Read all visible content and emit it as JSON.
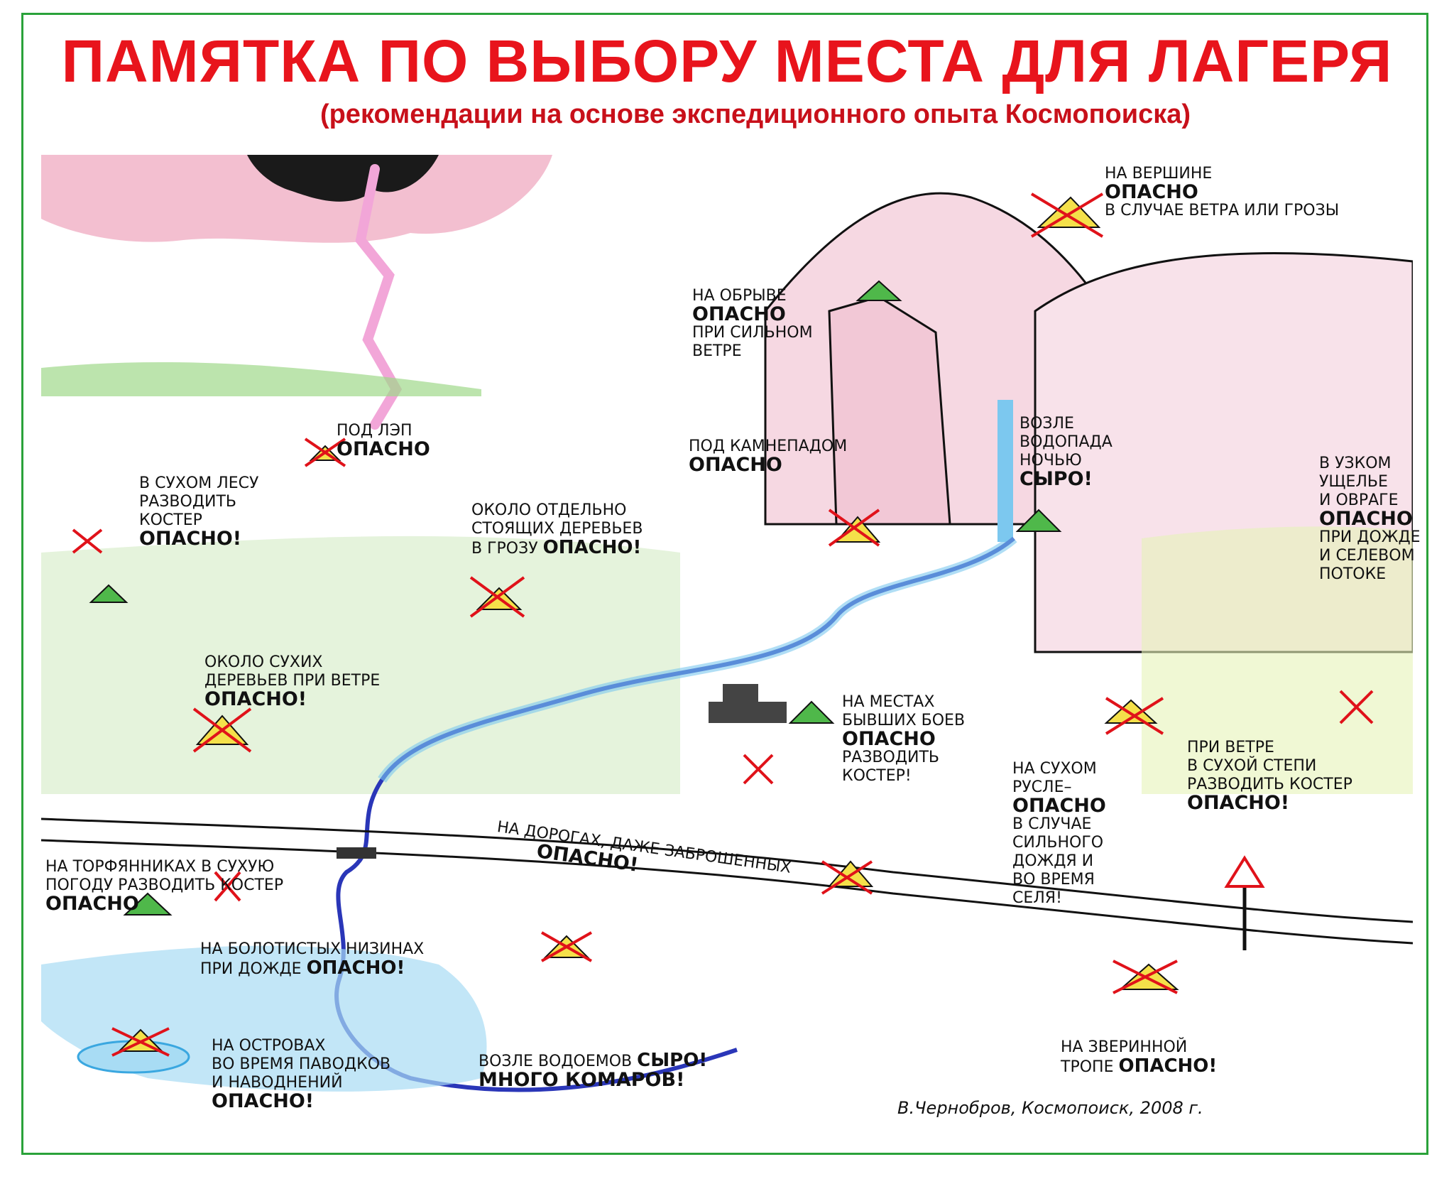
{
  "header": {
    "title": "ПАМЯТКА ПО ВЫБОРУ МЕСТА ДЛЯ ЛАГЕРЯ",
    "subtitle": "(рекомендации на основе экспедиционного опыта Космопоиска)"
  },
  "colors": {
    "frame": "#2aa23a",
    "title": "#e8141c",
    "cross": "#e0121a",
    "tent_yellow": "#f4e04a",
    "tent_green": "#4fb84a",
    "water": "#3aa7e0",
    "river": "#2a36b8",
    "grass": "#9fd88a",
    "pink": "#f0b8cc",
    "cloud": "#1a1a1a"
  },
  "labels": {
    "summit": [
      "НА ВЕРШИНЕ",
      "ОПАСНО",
      "В СЛУЧАЕ ВЕТРА ИЛИ ГРОЗЫ"
    ],
    "cliff": [
      "НА ОБРЫВЕ",
      "ОПАСНО",
      "ПРИ СИЛЬНОМ",
      "ВЕТРЕ"
    ],
    "powerline": [
      "ПОД ЛЭП",
      "ОПАСНО"
    ],
    "dryforest": [
      "В СУХОМ ЛЕСУ",
      "РАЗВОДИТЬ",
      "КОСТЕР",
      "ОПАСНО!"
    ],
    "rockfall": [
      "ПОД КАМНЕПАДОМ",
      "ОПАСНО"
    ],
    "waterfall": [
      "ВОЗЛЕ",
      "ВОДОПАДА",
      "НОЧЬЮ",
      "СЫРО!"
    ],
    "lonetree": [
      "ОКОЛО ОТДЕЛЬНО",
      "СТОЯЩИХ ДЕРЕВЬЕВ",
      "В ГРОЗУ",
      "ОПАСНО!"
    ],
    "gorge": [
      "В УЗКОМ",
      "УЩЕЛЬЕ",
      "И ОВРАГЕ",
      "ОПАСНО",
      "ПРИ ДОЖДЕ",
      "И СЕЛЕВОМ",
      "ПОТОКЕ"
    ],
    "deadtrees": [
      "ОКОЛО СУХИХ",
      "ДЕРЕВЬЕВ ПРИ ВЕТРЕ",
      "ОПАСНО!"
    ],
    "battle": [
      "НА МЕСТАХ",
      "БЫВШИХ БОЕВ",
      "ОПАСНО",
      "РАЗВОДИТЬ",
      "КОСТЕР!"
    ],
    "dryriverbed": [
      "НА СУХОМ",
      "РУСЛЕ–",
      "ОПАСНО",
      "В СЛУЧАЕ",
      "СИЛЬНОГО",
      "ДОЖДЯ И",
      "ВО ВРЕМЯ",
      "СЕЛЯ!"
    ],
    "steppe": [
      "ПРИ ВЕТРЕ",
      "В СУХОЙ СТЕПИ",
      "РАЗВОДИТЬ КОСТЕР",
      "ОПАСНО!"
    ],
    "roads": [
      "НА ДОРОГАХ, ДАЖЕ ЗАБРОШЕННЫХ",
      "ОПАСНО!"
    ],
    "peat": [
      "НА ТОРФЯННИКАХ",
      "В СУХУЮ",
      "ПОГОДУ РАЗВОДИТЬ",
      "КОСТЕР",
      "ОПАСНО"
    ],
    "swamp": [
      "НА БОЛОТИСТЫХ НИЗИНАХ",
      "ПРИ ДОЖДЕ",
      "ОПАСНО!"
    ],
    "islands": [
      "НА ОСТРОВАХ",
      "ВО ВРЕМЯ ПАВОДКОВ",
      "И НАВОДНЕНИЙ",
      "ОПАСНО!"
    ],
    "ponds": [
      "ВОЗЛЕ ВОДОЕМОВ",
      "СЫРО!",
      "МНОГО КОМАРОВ!"
    ],
    "animaltrail": [
      "НА ЗВЕРИННОЙ",
      "ТРОПЕ",
      "ОПАСНО!"
    ]
  },
  "signature": "В.Чернобров, Космопоиск, 2008 г."
}
